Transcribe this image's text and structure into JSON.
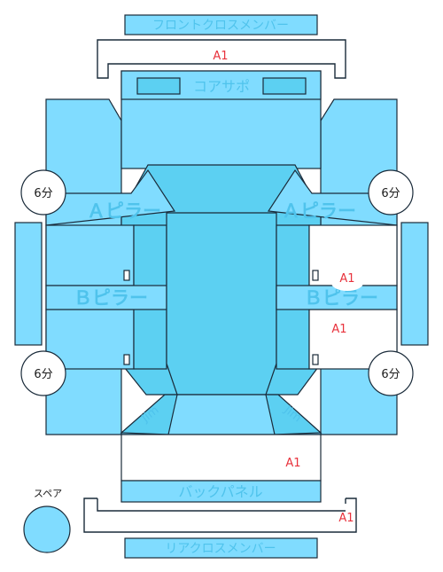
{
  "parts": {
    "front_cross_member": "フロントクロスメンバー",
    "core_support": "コアサポ",
    "a_pillar_left": "Ａピラー",
    "a_pillar_right": "Ａピラー",
    "b_pillar_left": "Ｂピラー",
    "b_pillar_right": "Ｂピラー",
    "back_panel": "バックパネル",
    "rear_cross_member": "リアクロスメンバー",
    "corner_left": "Jim",
    "corner_right": "Jim",
    "spare": "スペア"
  },
  "time_badges": {
    "front_left": "6分",
    "front_right": "6分",
    "rear_left": "6分",
    "rear_right": "6分"
  },
  "grades": {
    "front_cross_member": "A1",
    "right_b_pillar_upper": "A1",
    "right_b_pillar_lower": "A1",
    "back_panel": "A1",
    "rear_cross_member": "A1"
  },
  "colors": {
    "panel": "#80dcff",
    "panel_deep": "#5cd0f2",
    "outline": "#1a2b3a",
    "grade_red": "#e8323c",
    "label_wash": "#4fc3ec"
  }
}
